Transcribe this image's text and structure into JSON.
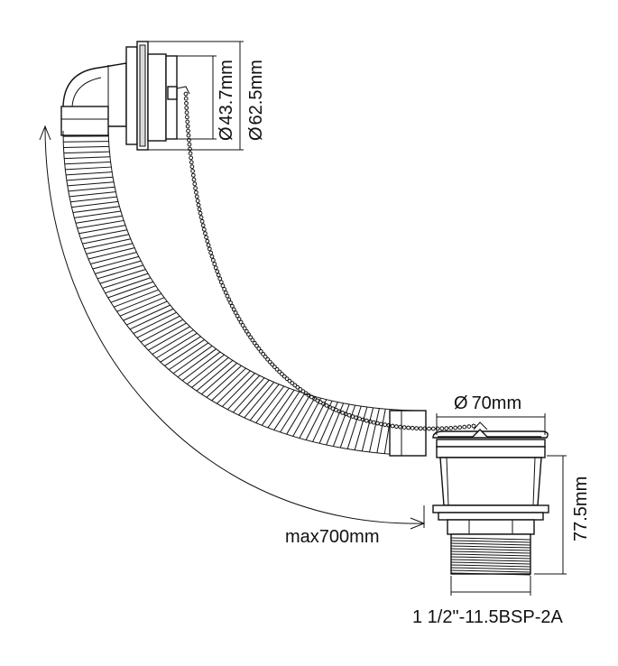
{
  "labels": {
    "overflow_inner_diameter": "43.7mm",
    "overflow_outer_diameter": "62.5mm",
    "waste_diameter": "70mm",
    "waste_height": "77.5mm",
    "hose_length": "max700mm",
    "thread_spec": "1 1/2\"-11.5BSP-2A"
  },
  "symbols": {
    "diameter": "Ø"
  },
  "colors": {
    "line": "#111111",
    "background": "#ffffff"
  }
}
